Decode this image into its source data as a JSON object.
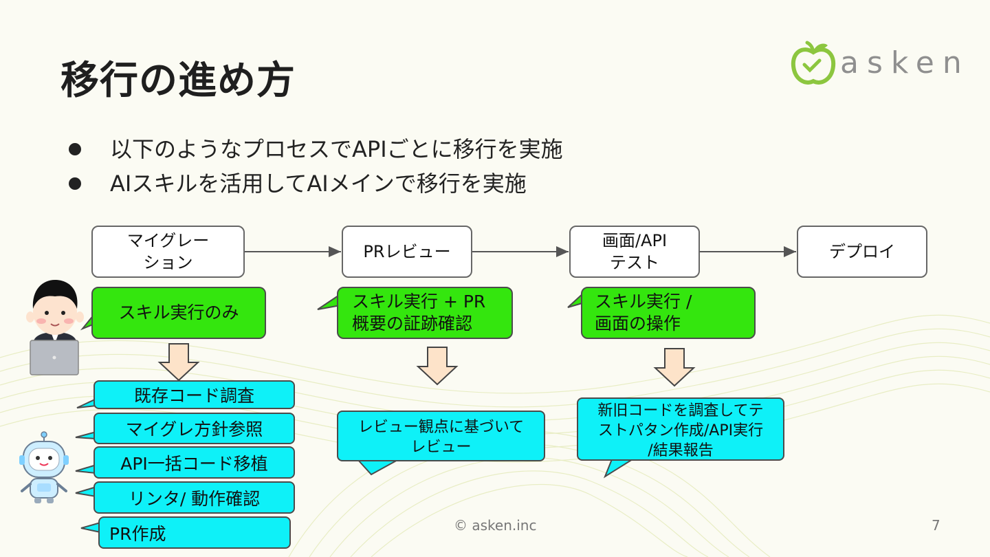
{
  "slide": {
    "title": "移行の進め方",
    "logo_text": "asken",
    "bullets": [
      "以下のようなプロセスでAPIごとに移行を実施",
      "AIスキルを活用してAIメインで移行を実施"
    ],
    "footer": "© asken.inc",
    "page_number": "7"
  },
  "flow": {
    "stages": [
      {
        "line1": "マイグレー",
        "line2": "ション"
      },
      {
        "line1": "PRレビュー",
        "line2": ""
      },
      {
        "line1": "画面/API",
        "line2": "テスト"
      },
      {
        "line1": "デプロイ",
        "line2": ""
      }
    ],
    "human_tasks": [
      {
        "line1": "スキル実行のみ",
        "line2": ""
      },
      {
        "line1": "スキル実行 + PR",
        "line2": "概要の証跡確認"
      },
      {
        "line1": "スキル実行 /",
        "line2": "画面の操作"
      }
    ],
    "ai_migration_steps": [
      "既存コード調査",
      "マイグレ方針参照",
      "API一括コード移植",
      "リンタ/ 動作確認",
      "PR作成"
    ],
    "ai_review": {
      "line1": "レビュー観点に基づいて",
      "line2": "レビュー"
    },
    "ai_test": {
      "line1": "新旧コードを調査してテ",
      "line2": "ストパタン作成/API実行",
      "line3": "/結果報告"
    }
  },
  "colors": {
    "background": "#fbfbf3",
    "human_bubble": "#34e60e",
    "ai_bubble": "#0ef1f8",
    "down_arrow": "#fde3c9",
    "logo_green": "#8cc63f"
  },
  "icons": [
    "businessman-with-laptop-icon",
    "robot-icon",
    "apple-logo-icon",
    "down-arrow-icon",
    "right-arrow-icon"
  ]
}
